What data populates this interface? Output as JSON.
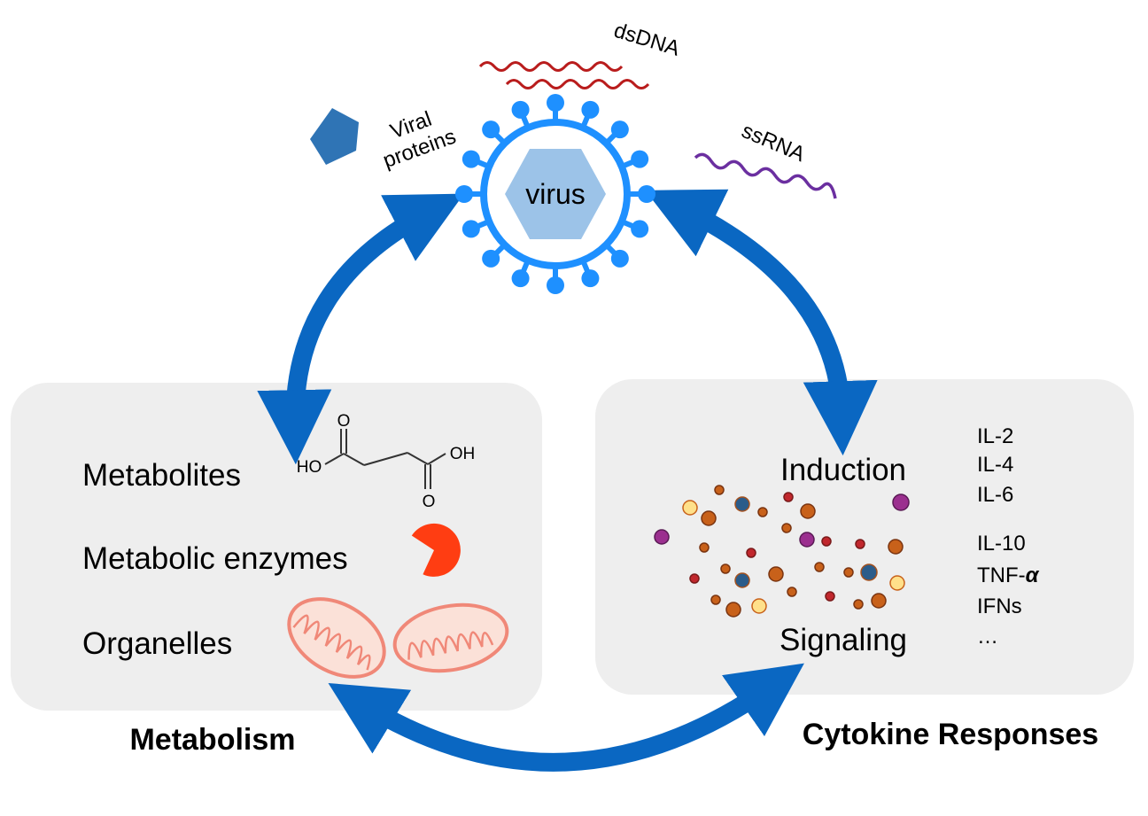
{
  "virus": {
    "label": "virus",
    "dsdna": "dsDNA",
    "ssrna": "ssRNA",
    "viral_proteins_line1": "Viral",
    "viral_proteins_line2": "proteins"
  },
  "metabolism": {
    "title": "Metabolism",
    "items": [
      "Metabolites",
      "Metabolic enzymes",
      "Organelles"
    ],
    "molecule": {
      "o_top": "O",
      "oh_left": "HO",
      "oh_right": "OH",
      "o_bottom": "O"
    }
  },
  "cytokine": {
    "title": "Cytokine Responses",
    "induction": "Induction",
    "signaling": "Signaling",
    "list": [
      "IL-2",
      "IL-4",
      "IL-6",
      "IL-10",
      "TNF-",
      "IFNs",
      "…"
    ],
    "alpha": "α"
  },
  "colors": {
    "arrow": "#0a67c2",
    "virus_blue": "#1e90ff",
    "dsdna": "#b91c1c",
    "ssrna": "#6b2fa0",
    "metabolism_title": "#16a34a",
    "cytokine_title": "#ff2a10",
    "panel": "#eeeeee",
    "enzyme": "#ff3d12",
    "organelle": "#f08878"
  }
}
